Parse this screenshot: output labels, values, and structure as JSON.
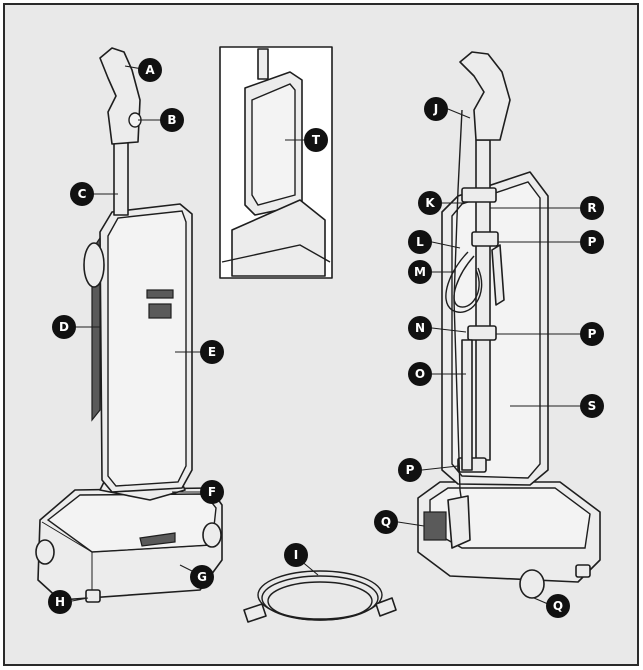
{
  "callouts": [
    {
      "id": "A",
      "label": "A"
    },
    {
      "id": "B",
      "label": "B"
    },
    {
      "id": "C",
      "label": "C"
    },
    {
      "id": "D",
      "label": "D"
    },
    {
      "id": "E",
      "label": "E"
    },
    {
      "id": "F",
      "label": "F"
    },
    {
      "id": "G",
      "label": "G"
    },
    {
      "id": "H",
      "label": "H"
    },
    {
      "id": "I",
      "label": "I"
    },
    {
      "id": "T",
      "label": "T"
    },
    {
      "id": "J",
      "label": "J"
    },
    {
      "id": "K",
      "label": "K"
    },
    {
      "id": "R",
      "label": "R"
    },
    {
      "id": "L",
      "label": "L"
    },
    {
      "id": "P1",
      "label": "P"
    },
    {
      "id": "M",
      "label": "M"
    },
    {
      "id": "N",
      "label": "N"
    },
    {
      "id": "P2",
      "label": "P"
    },
    {
      "id": "O",
      "label": "O"
    },
    {
      "id": "S",
      "label": "S"
    },
    {
      "id": "P3",
      "label": "P"
    },
    {
      "id": "Q1",
      "label": "Q"
    },
    {
      "id": "Q2",
      "label": "Q"
    }
  ],
  "colors": {
    "background": "#e9e9e9",
    "line": "#1e1e1e",
    "badge": "#111111",
    "badge_text": "#ffffff"
  }
}
